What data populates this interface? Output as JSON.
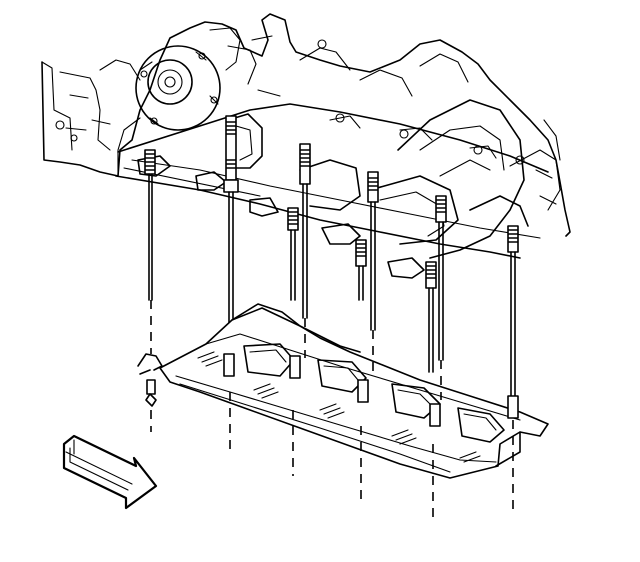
{
  "diagram": {
    "view_arrow_icon": "view-direction-arrow",
    "parts": [
      "engine-block",
      "crankshaft-bearing-cap-bolts",
      "crankshaft-oil-deflector",
      "oil-deflector-nuts",
      "clip"
    ],
    "colors": {
      "line": "#000000",
      "background": "#ffffff"
    }
  }
}
